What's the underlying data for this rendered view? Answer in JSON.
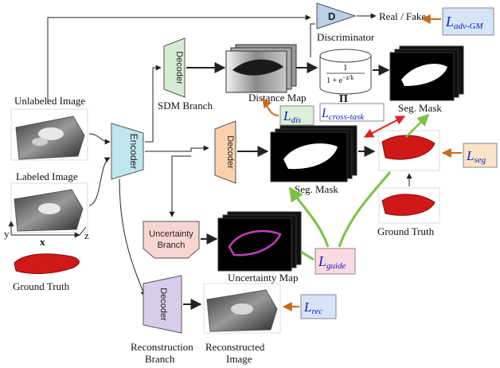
{
  "labels": {
    "unlabeled_image": "Unlabeled Image",
    "labeled_image": "Labeled Image",
    "ground_truth_left": "Ground Truth",
    "encoder": "Encoder",
    "decoder": "Decoder",
    "sdm_branch": "SDM Branch",
    "distance_map": "Distance Map",
    "discriminator": "Discriminator",
    "discriminator_symbol": "D",
    "real_fake": "Real / Fake",
    "seg_mask_top": "Seg. Mask",
    "seg_mask_mid": "Seg. Mask",
    "ground_truth_right": "Ground Truth",
    "uncertainty_branch_line1": "Uncertainty",
    "uncertainty_branch_line2": "Branch",
    "uncertainty_map": "Uncertainty Map",
    "reconstruction_branch_line1": "Reconstruction",
    "reconstruction_branch_line2": "Branch",
    "reconstructed_image_line1": "Reconstructed",
    "reconstructed_image_line2": "Image",
    "axis_x": "x",
    "axis_y": "y",
    "axis_z": "z",
    "sigmoid_num": "1",
    "sigmoid_den": "1 + e",
    "sigmoid_exp": "−z/k",
    "pi_symbol": "Π"
  },
  "losses": {
    "adv_gm": {
      "base": "L",
      "sub": "adv-GM"
    },
    "dis": {
      "base": "L",
      "sub": "dis"
    },
    "cross_task": {
      "base": "L",
      "sub": "cross-task"
    },
    "seg": {
      "base": "L",
      "sub": "seg"
    },
    "guide": {
      "base": "L",
      "sub": "guide"
    },
    "rec": {
      "base": "L",
      "sub": "rec"
    }
  },
  "colors": {
    "encoder": "#bfe6ec",
    "decoder_sdm": "#d4ecd4",
    "decoder_seg": "#f9d2ad",
    "decoder_rec": "#d9cce8",
    "uncertainty": "#f8d5cf",
    "discriminator": "#b9cfe8",
    "loss_blue_box": "#d6e4f7",
    "loss_green_box": "#dcefd8",
    "loss_orange_box": "#fbe3c8",
    "loss_pink_box": "#fbd9e0",
    "arrow_green": "#7dc242",
    "arrow_red": "#e02020",
    "arrow_orange": "#c86a1c",
    "loss_text": "#1020c8"
  }
}
